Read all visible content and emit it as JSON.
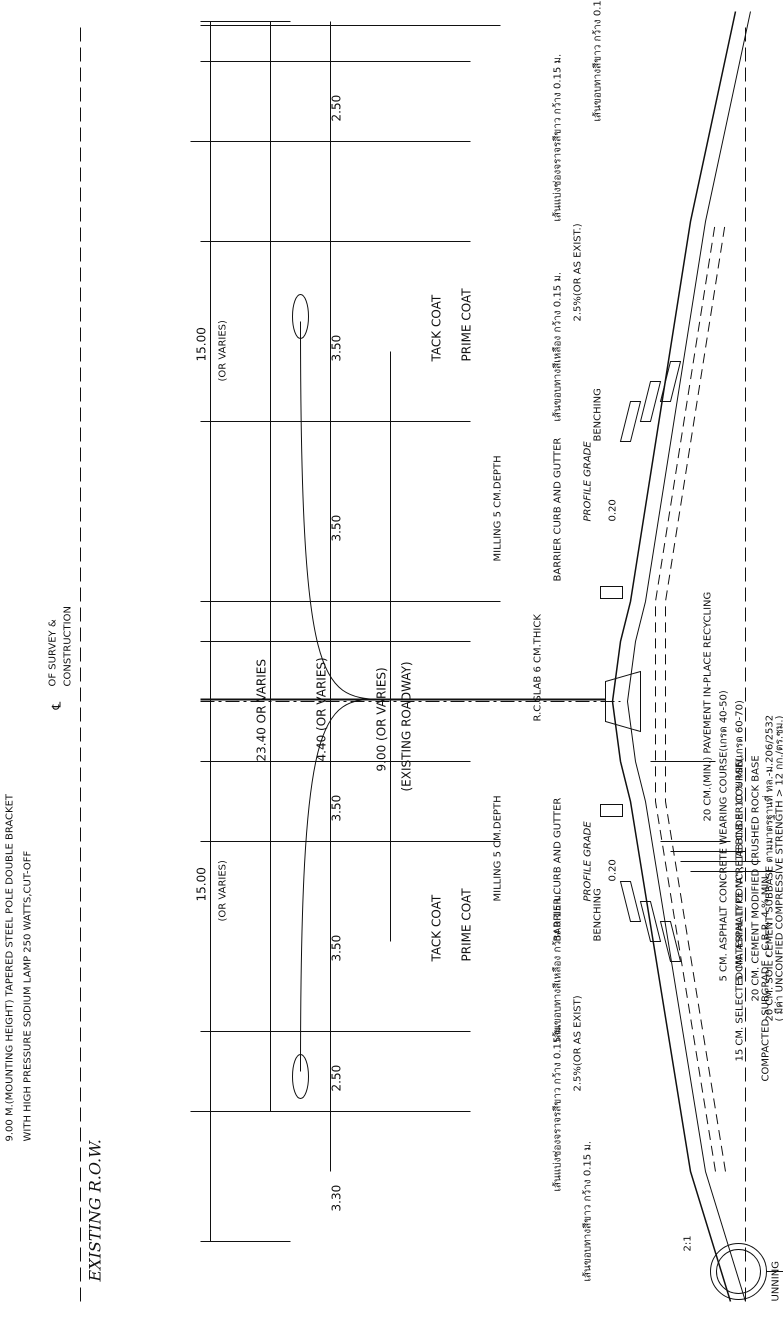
{
  "title": "",
  "lamp_note": {
    "line1": "9.00 M.(MOUNTING HEIGHT) TAPERED STEEL POLE DOUBLE BRACKET",
    "line2": "WITH HIGH PRESSURE SODIUM LAMP 250 WATTS,CUT-OFF"
  },
  "centerline": {
    "symbol": "℄",
    "line1": "OF SURVEY &",
    "line2": "CONSTRUCTION"
  },
  "row_label": "EXISTING R.O.W.",
  "dimensions": {
    "total_width": "23.40 OR VARIES",
    "left_half": "15.00",
    "right_half": "15.00",
    "or_varies": "(OR VARIES)",
    "median": "4.40 (OR VARIES)",
    "existing_roadway": "9.00 (OR VARIES)",
    "existing_roadway_label": "(EXISTING ROADWAY)",
    "lane_left_outer": "3.50",
    "lane_left_inner": "3.50",
    "lane_right_inner": "3.50",
    "lane_right_outer": "3.50",
    "shoulder_left": "2.50",
    "shoulder_right": "2.50",
    "outer_left": "3.30",
    "slope_left": "2.5%(OR AS EXIST)",
    "slope_right": "2.5%(OR AS EXIST.)",
    "benching_width": "0.20",
    "side_slope": "2:1"
  },
  "labels": {
    "tack_coat": "TACK COAT",
    "prime_coat": "PRIME COAT",
    "milling": "MILLING 5 CM.DEPTH",
    "rc_slab": "R.C.SLAB 6 CM.THICK",
    "barrier_curb": "BARRIER CURB AND GUTTER",
    "profile_grade": "PROFILE GRADE",
    "benching": "BENCHING",
    "yellow_line": "เส้นขอบทางสีเหลือง กว้าง 0.15 ม.",
    "lane_line": "เส้นแบ่งช่องจราจรสีขาว กว้าง 0.15 ม.",
    "edge_line": "เส้นขอบทางสีขาว กว้าง 0.15 ม.",
    "pipe_drain": "UNNING"
  },
  "layers": [
    {
      "text": "20 CM.(MIN.) PAVEMENT IN-PLACE RECYCLING"
    },
    {
      "text": "5 CM. ASPHALT CONCRETE WEARING COURSE(เกรด 40-50)"
    },
    {
      "text": "5 CM. ASPHALT CONCRETE BINDER COURSE(เกรด 60-70)"
    },
    {
      "text": "20 CM. CEMENT MODIFIED CRUSHED ROCK BASE"
    },
    {
      "text": "20 CM. SOIL CEMENT SUBBASE ตามมาตรฐานที่ ทล.-ม.206/2532"
    },
    {
      "text": "( มีค่า UNCONFIED COMPRESSIVE STRENGTH > 12 กก./ตร.ซม.)"
    },
    {
      "text": "15 CM. SELECTED  MATERIAL TYPE \"A\" , LAB C.B.R. 10 % MIN."
    },
    {
      "text": "COMPACTED  SUBGRADE , C.B.R. 4 % MIN."
    }
  ]
}
